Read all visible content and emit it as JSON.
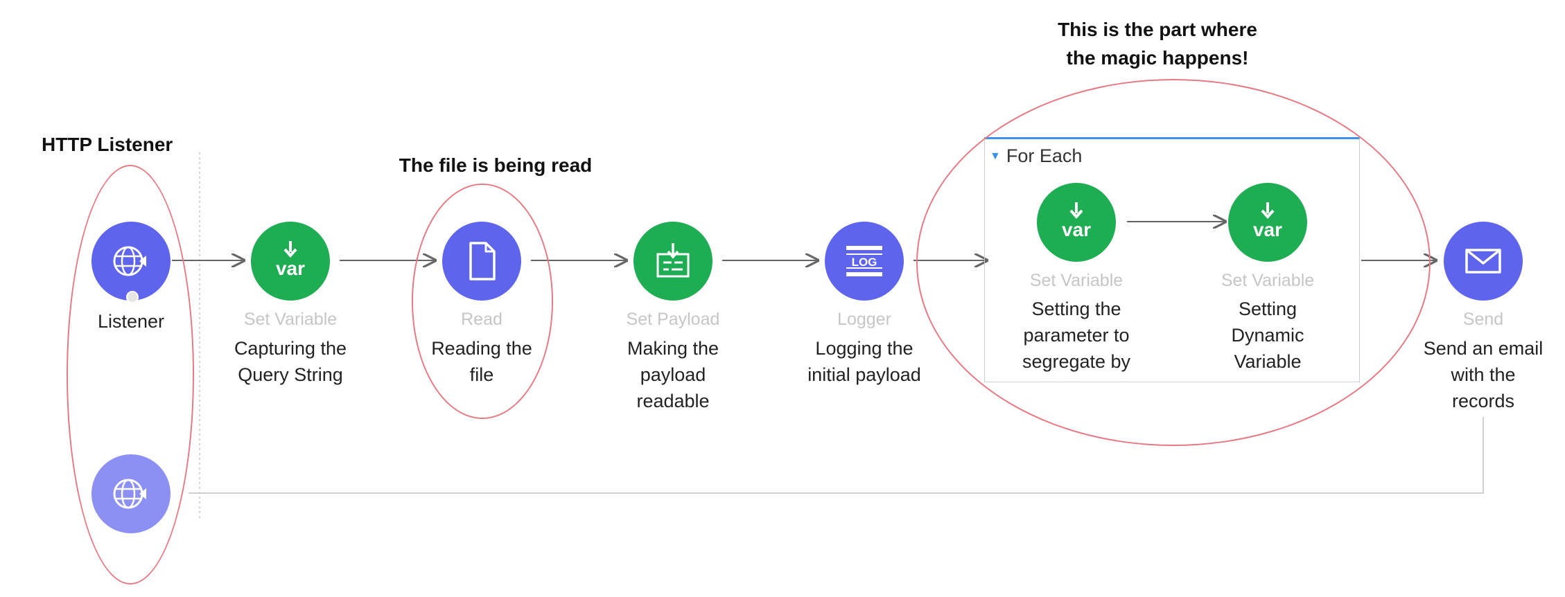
{
  "annotations": {
    "http_listener": "HTTP Listener",
    "file_read": "The file is being read",
    "magic_line1": "This is the part where",
    "magic_line2": "the magic happens!"
  },
  "scope": {
    "title": "For Each"
  },
  "nodes": {
    "listener": {
      "label": "Listener",
      "icon": "globe-arrow-icon"
    },
    "set_variable_1": {
      "type": "Set Variable",
      "desc": [
        "Capturing the",
        "Query String"
      ],
      "icon": "var-icon"
    },
    "read": {
      "type": "Read",
      "desc": [
        "Reading the",
        "file"
      ],
      "icon": "file-icon"
    },
    "set_payload": {
      "type": "Set Payload",
      "desc": [
        "Making the",
        "payload",
        "readable"
      ],
      "icon": "payload-icon"
    },
    "logger": {
      "type": "Logger",
      "desc": [
        "Logging the",
        "initial payload"
      ],
      "icon": "log-icon",
      "icon_text": "LOG"
    },
    "set_variable_2": {
      "type": "Set Variable",
      "desc": [
        "Setting the",
        "parameter to",
        "segregate by"
      ],
      "icon": "var-icon"
    },
    "set_variable_3": {
      "type": "Set Variable",
      "desc": [
        "Setting",
        "Dynamic",
        "Variable"
      ],
      "icon": "var-icon"
    },
    "send": {
      "type": "Send",
      "desc": [
        "Send an email",
        "with the",
        "records"
      ],
      "icon": "envelope-icon"
    },
    "response": {
      "icon": "globe-arrow-icon"
    }
  },
  "icon_text": {
    "var": "var"
  },
  "colors": {
    "processor_green": "#1fad54",
    "connector_blue": "#5f64ec",
    "response_blue": "#8c90f3",
    "highlight_ring": "#e47a84",
    "scope_accent": "#3d8fe8"
  }
}
